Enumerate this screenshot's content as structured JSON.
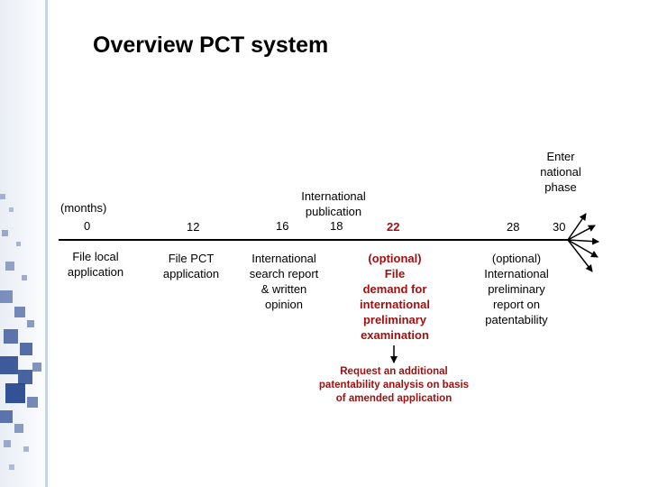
{
  "title": "Overview PCT system",
  "colors": {
    "accent_red": "#a01010",
    "sidebar_blue": "#1e3f8a"
  },
  "timeline": {
    "months_label": "(months)",
    "ticks": [
      "0",
      "12",
      "16",
      "18",
      "22",
      "28",
      "30"
    ]
  },
  "events": {
    "file_local": "File local\napplication",
    "file_pct": "File PCT\napplication",
    "search_report": "International\nsearch report\n& written\nopinion",
    "publication": "International\npublication",
    "demand": "(optional)\nFile\ndemand for\ninternational\npreliminary\nexamination",
    "iprp": "(optional)\nInternational\npreliminary\nreport on\npatentability",
    "national_phase": "Enter\nnational\nphase",
    "request": "Request an additional\npatentability analysis on basis\nof amended application"
  }
}
